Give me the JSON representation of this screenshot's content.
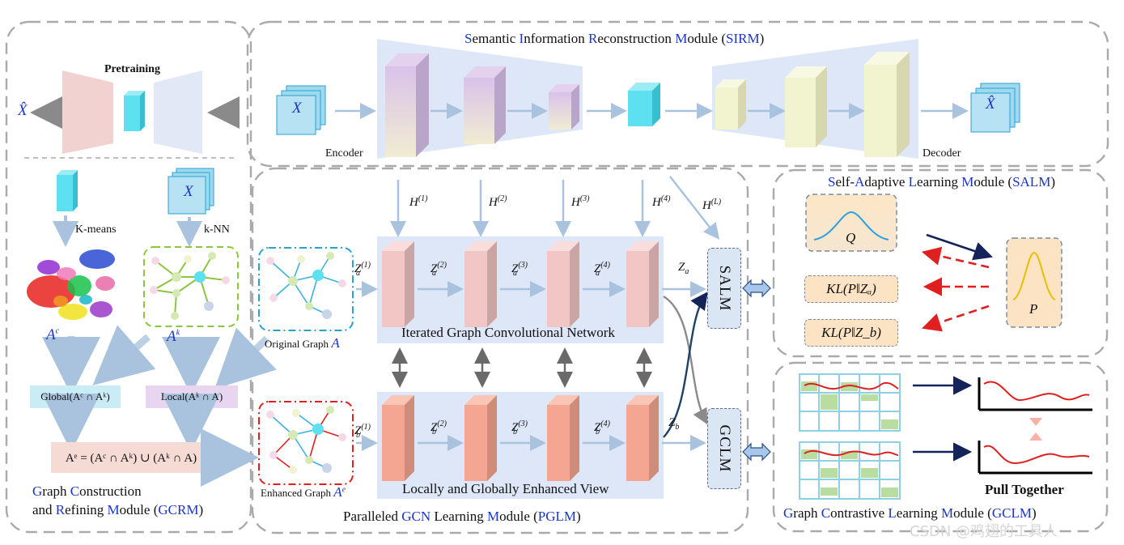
{
  "colors": {
    "dash_border": "#aaaaaa",
    "panel_blue": "#dde7f7",
    "accent_blue": "#1a35c9",
    "red_arrow": "#e02020",
    "navy_arrow": "#14235a",
    "kl_fill": "#fbe3c3",
    "gcn_pink": "#f1c6c4",
    "enh_salmon": "#f4a692",
    "cube_cyan": "#4ad8e8",
    "enc_purple": "#d6c1e7",
    "dec_yellow": "#f2f3cf"
  },
  "sirm": {
    "title_parts": [
      "S",
      "emantic ",
      "I",
      "nformation ",
      "R",
      "econstruction ",
      "M",
      "odule (",
      "SIRM",
      ")"
    ],
    "encoder_label": "Encoder",
    "decoder_label": "Decoder",
    "input_symbol": "X",
    "output_symbol": "X̂"
  },
  "pretrain": {
    "label": "Pretraining",
    "output_symbol": "X̂"
  },
  "gcrm": {
    "input_symbol": "X",
    "kmeans_label": "K-means",
    "knn_label": "k-NN",
    "ac_label": "A",
    "ac_sup": "c",
    "ak_label": "A",
    "ak_sup": "k",
    "global_box": "Global(A",
    "global_box_full": "Global(Aᶜ ∩ Aᵏ)",
    "local_box_full": "Local(Aᵏ ∩ A)",
    "ae_formula": "Aᵉ = (Aᶜ ∩ Aᵏ) ∪ (Aᵏ ∩ A)",
    "title_line1_parts": [
      "G",
      "raph ",
      "C",
      "onstruction"
    ],
    "title_line2_parts": [
      "and ",
      "R",
      "efining ",
      "M",
      "odule (",
      "GCRM",
      ")"
    ]
  },
  "pglm": {
    "h_labels": [
      "H",
      "H",
      "H",
      "H",
      "H"
    ],
    "h_sups": [
      "(1)",
      "(2)",
      "(3)",
      "(4)",
      "(L)"
    ],
    "za_sups": [
      "(1)",
      "(2)",
      "(3)",
      "(4)"
    ],
    "zb_sups": [
      "(1)",
      "(2)",
      "(3)",
      "(4)"
    ],
    "za_final": "Z",
    "za_sub": "a",
    "zb_sub": "b",
    "top_row_title": "Iterated Graph Convolutional Network",
    "bottom_row_title": "Locally and Globally Enhanced View",
    "original_graph_label": "Original Graph",
    "original_graph_symbol": "A",
    "enhanced_graph_label": "Enhanced Graph",
    "enhanced_graph_symbol": "A",
    "enhanced_graph_sup": "e",
    "salm_box": "SALM",
    "gclm_box": "GCLM",
    "title_parts": [
      "Paralleled ",
      "GCN",
      " Learning ",
      "M",
      "odule (",
      "PGLM",
      ")"
    ]
  },
  "salm": {
    "title_parts": [
      "S",
      "elf-",
      "A",
      "daptive ",
      "L",
      "earning ",
      "M",
      "odule (",
      "SALM",
      ")"
    ],
    "q_symbol": "Q",
    "p_symbol": "P",
    "kl_a": "KL(P‖Zₐ)",
    "kl_b": "KL(P‖Z_b)"
  },
  "gclm": {
    "pull_label": "Pull Together",
    "title_parts": [
      "G",
      "raph ",
      "C",
      "ontrastive ",
      "L",
      "earning ",
      "M",
      "odule (",
      "GCLM",
      ")"
    ]
  },
  "watermark": "CSDN @鸡翅的工具人"
}
